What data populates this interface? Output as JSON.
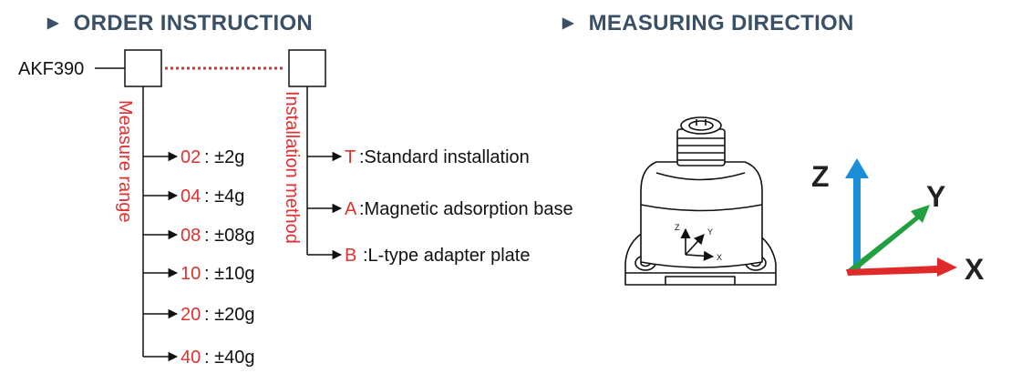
{
  "colors": {
    "heading": "#3a5066",
    "accent_red": "#e03030",
    "line": "#111111",
    "axis_z": "#1a8fd8",
    "axis_y": "#22a040",
    "axis_x": "#e02a2a"
  },
  "order": {
    "heading": "ORDER INSTRUCTION",
    "model": "AKF390",
    "range_label": "Measure range",
    "method_label": "Installation method",
    "ranges": [
      {
        "code": "02",
        "value": ": ±2g"
      },
      {
        "code": "04",
        "value": ": ±4g"
      },
      {
        "code": "08",
        "value": ": ±08g"
      },
      {
        "code": "10",
        "value": ": ±10g"
      },
      {
        "code": "20",
        "value": ": ±20g"
      },
      {
        "code": "40",
        "value": ": ±40g"
      }
    ],
    "methods": [
      {
        "code": "T",
        "value": ":Standard installation"
      },
      {
        "code": "A",
        "value": ":Magnetic adsorption base"
      },
      {
        "code": "B",
        "value": ":L-type adapter plate"
      }
    ]
  },
  "measuring": {
    "heading": "MEASURING DIRECTION",
    "small_axes": {
      "z": "Z",
      "y": "Y",
      "x": "X"
    },
    "axes": {
      "z": "Z",
      "y": "Y",
      "x": "X"
    }
  }
}
